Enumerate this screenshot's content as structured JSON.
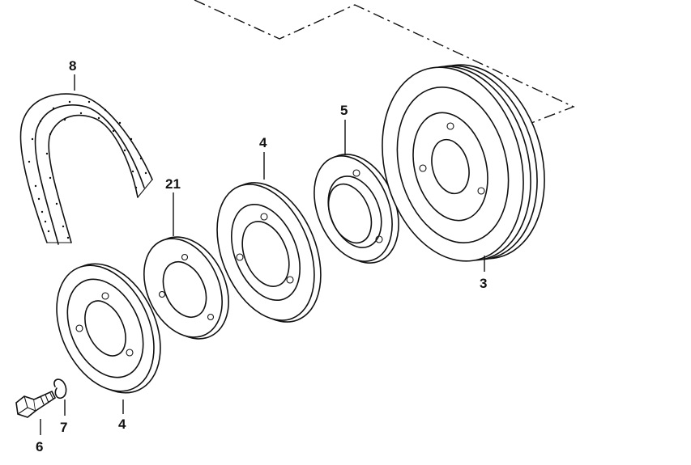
{
  "callouts": {
    "belt": "8",
    "shim": "21",
    "pulley_middle": "4",
    "hub": "5",
    "pulley_large": "3",
    "pulley_front": "4",
    "bolt": "6",
    "washer": "7"
  }
}
